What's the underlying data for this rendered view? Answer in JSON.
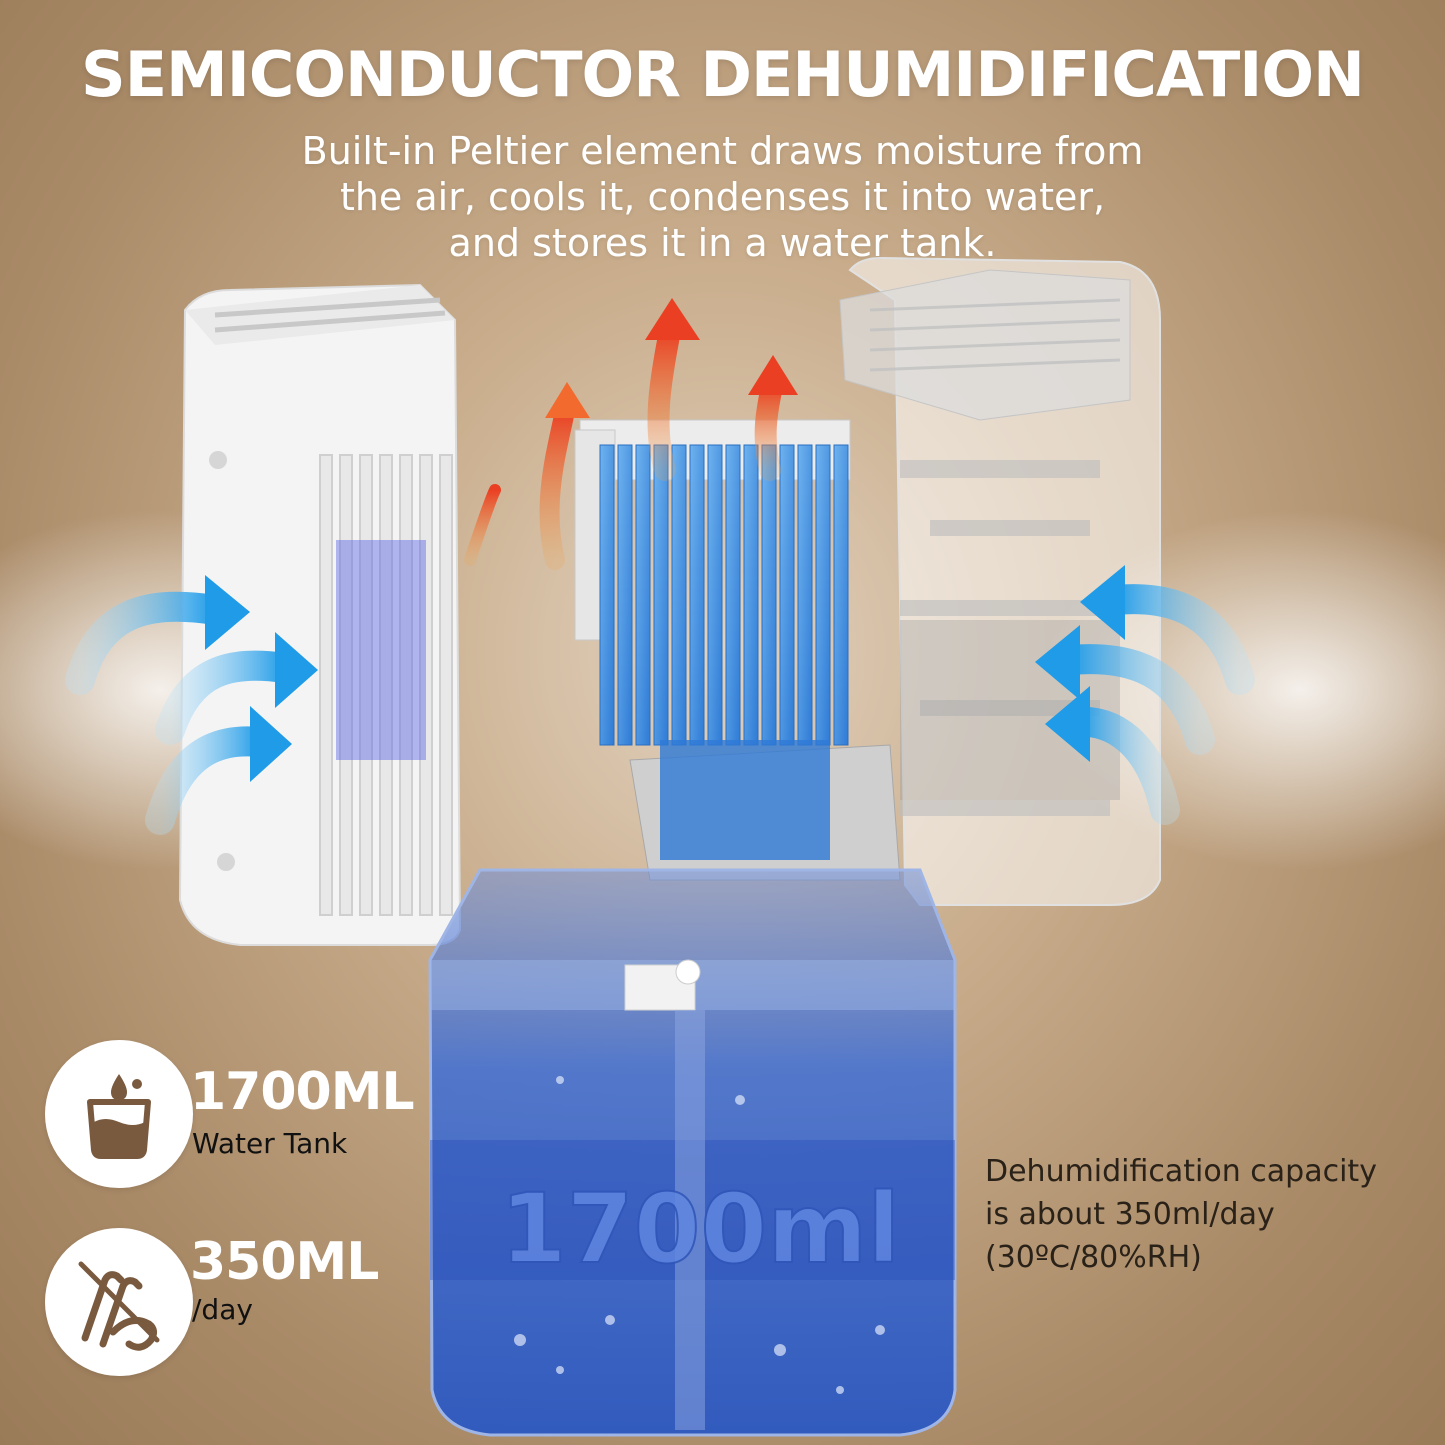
{
  "header": {
    "title": "SEMICONDUCTOR DEHUMIDIFICATION",
    "description_lines": [
      "Built-in Peltier element draws moisture from",
      "the air, cools it, condenses it into water,",
      "and stores it in a water tank."
    ]
  },
  "tank": {
    "printed_capacity": "1700ml"
  },
  "features": [
    {
      "icon": "water-tank-icon",
      "value": "1700ML",
      "label": "Water Tank"
    },
    {
      "icon": "daily-capacity-icon",
      "value": "350ML",
      "label": "/day"
    }
  ],
  "capacity_note": {
    "lines": [
      "Dehumidification capacity",
      "is about 350ml/day",
      "(30ºC/80%RH)"
    ]
  },
  "colors": {
    "background": "#c9ad8c",
    "accent_brown": "#7a5a3f",
    "cool_air_blue": "#3aa6e8",
    "warm_air_red": "#f05a2a",
    "tank_blue": "#3f6fd6"
  }
}
